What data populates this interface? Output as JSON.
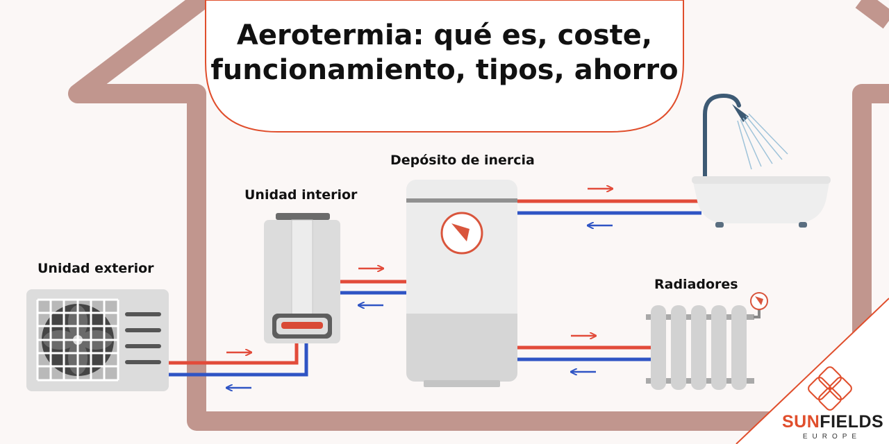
{
  "title": "Aerotermia: qué es, coste, funcionamiento, tipos, ahorro",
  "labels": {
    "outdoor": "Unidad exterior",
    "indoor": "Unidad interior",
    "tank": "Depósito de inercia",
    "radiators": "Radiadores"
  },
  "brand": {
    "name_part1": "SUN",
    "name_part2": "FIELDS",
    "subtitle": "EUROPE"
  },
  "colors": {
    "house": "#c1968e",
    "hot_pipe": "#e24b3a",
    "cold_pipe": "#2f54c4",
    "accent": "#e04e2c"
  },
  "icons": {
    "outdoor_unit": "fan-unit-icon",
    "indoor_unit": "boiler-icon",
    "tank": "tank-icon",
    "bath": "bathtub-shower-icon",
    "radiator": "radiator-icon",
    "logo": "sunfields-logo-icon"
  }
}
